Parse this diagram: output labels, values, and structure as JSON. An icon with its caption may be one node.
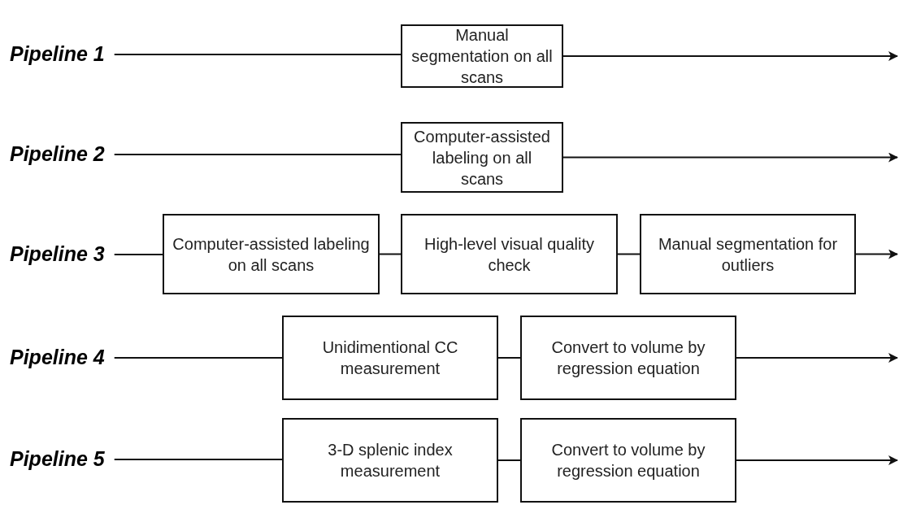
{
  "diagram": {
    "nodes": [
      {
        "text": [
          "Pipeline 1"
        ]
      },
      {
        "text": [
          "Manual segmentation on all scans"
        ]
      },
      {
        "text": [
          "Pipeline 2"
        ]
      },
      {
        "text": [
          "Computer-assisted labeling on all scans"
        ]
      },
      {
        "text": [
          "Pipeline 3"
        ]
      },
      {
        "text": [
          "Computer-assisted labeling on all scans"
        ]
      },
      {
        "text": [
          "High-level visual quality check"
        ]
      },
      {
        "text": [
          "Manual segmentation for outliers"
        ]
      },
      {
        "text": [
          "Pipeline 4"
        ]
      },
      {
        "text": [
          "Unidimentional CC measurement"
        ]
      },
      {
        "text": [
          "Convert to volume by regression equation"
        ]
      },
      {
        "text": [
          "Pipeline 5"
        ]
      },
      {
        "text": [
          "3-D splenic index measurement"
        ]
      },
      {
        "text": [
          "Convert to volume by regression equation"
        ]
      }
    ],
    "edges": [
      {
        "from": 0,
        "to": 1,
        "arrow": "none"
      },
      {
        "from": 1,
        "to": null,
        "arrow": "to"
      },
      {
        "from": 2,
        "to": 3,
        "arrow": "none"
      },
      {
        "from": 3,
        "to": null,
        "arrow": "to"
      },
      {
        "from": 4,
        "to": 5,
        "arrow": "none"
      },
      {
        "from": 5,
        "to": 6,
        "arrow": "none"
      },
      {
        "from": 6,
        "to": 7,
        "arrow": "none"
      },
      {
        "from": 7,
        "to": null,
        "arrow": "to"
      },
      {
        "from": 8,
        "to": 9,
        "arrow": "none"
      },
      {
        "from": 9,
        "to": 10,
        "arrow": "none"
      },
      {
        "from": 10,
        "to": null,
        "arrow": "to"
      },
      {
        "from": 11,
        "to": 12,
        "arrow": "none"
      },
      {
        "from": 12,
        "to": 13,
        "arrow": "none"
      },
      {
        "from": 13,
        "to": null,
        "arrow": "to"
      }
    ]
  }
}
